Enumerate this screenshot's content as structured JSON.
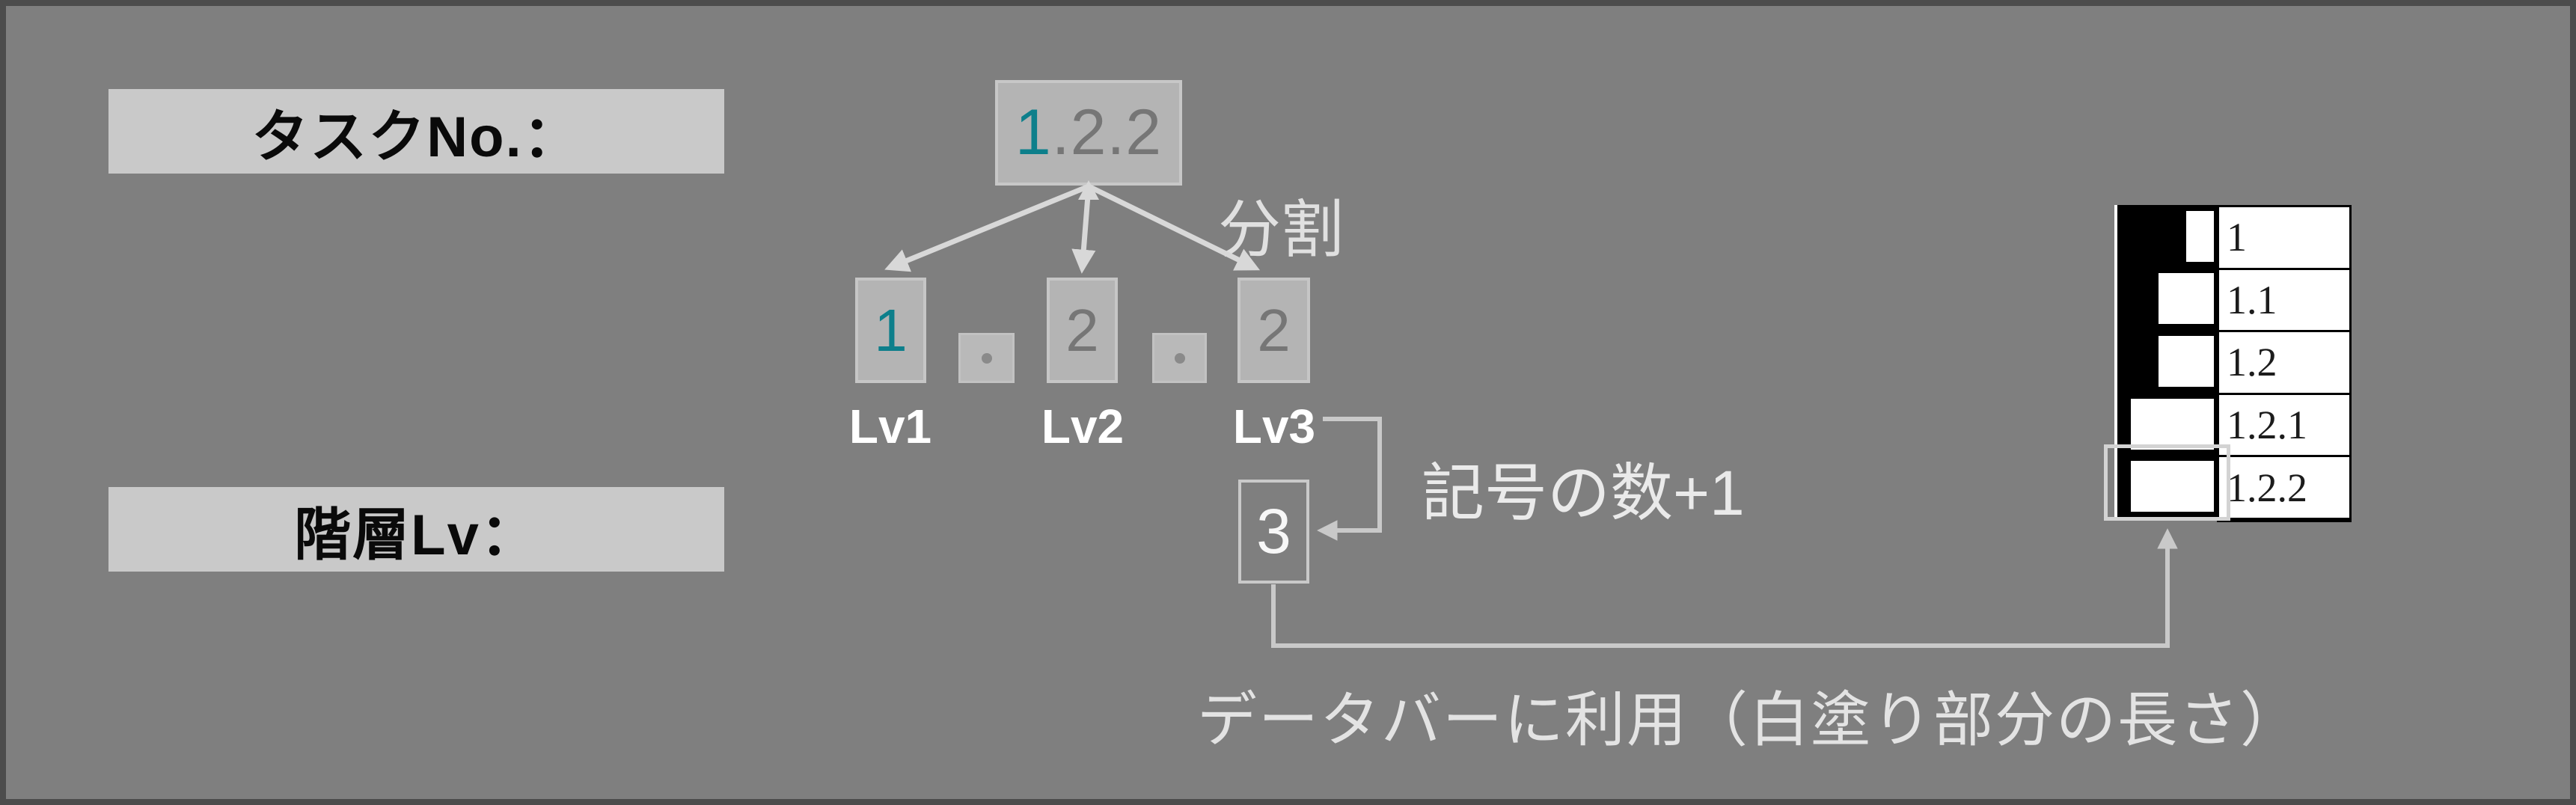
{
  "side_labels": {
    "task_no": "タスクNo.：",
    "hierarchy_lv": "階層Lv："
  },
  "parent_node": {
    "accent_part": "1",
    "rest_part": ".2.2"
  },
  "annotations": {
    "split": "分割",
    "symbol_count": "記号の数+1",
    "databar_usage": "データバーに利用（白塗り部分の長さ）"
  },
  "children": [
    {
      "value": "1",
      "accent": true
    },
    {
      "value": "2",
      "accent": false
    },
    {
      "value": "2",
      "accent": false
    }
  ],
  "level_labels": [
    "Lv1",
    "Lv2",
    "Lv3"
  ],
  "level_value": "3",
  "colors": {
    "accent_teal": "#0d7f8b",
    "digit_gray": "#767676",
    "connector_gray": "#c9c9c9",
    "arrow_gray": "#d8d8d8",
    "bar_black": "#000000",
    "bar_white": "#ffffff"
  },
  "table": {
    "rows": [
      {
        "label": "1",
        "level": 1
      },
      {
        "label": "1.1",
        "level": 2
      },
      {
        "label": "1.2",
        "level": 2
      },
      {
        "label": "1.2.1",
        "level": 3
      },
      {
        "label": "1.2.2",
        "level": 3
      }
    ]
  }
}
